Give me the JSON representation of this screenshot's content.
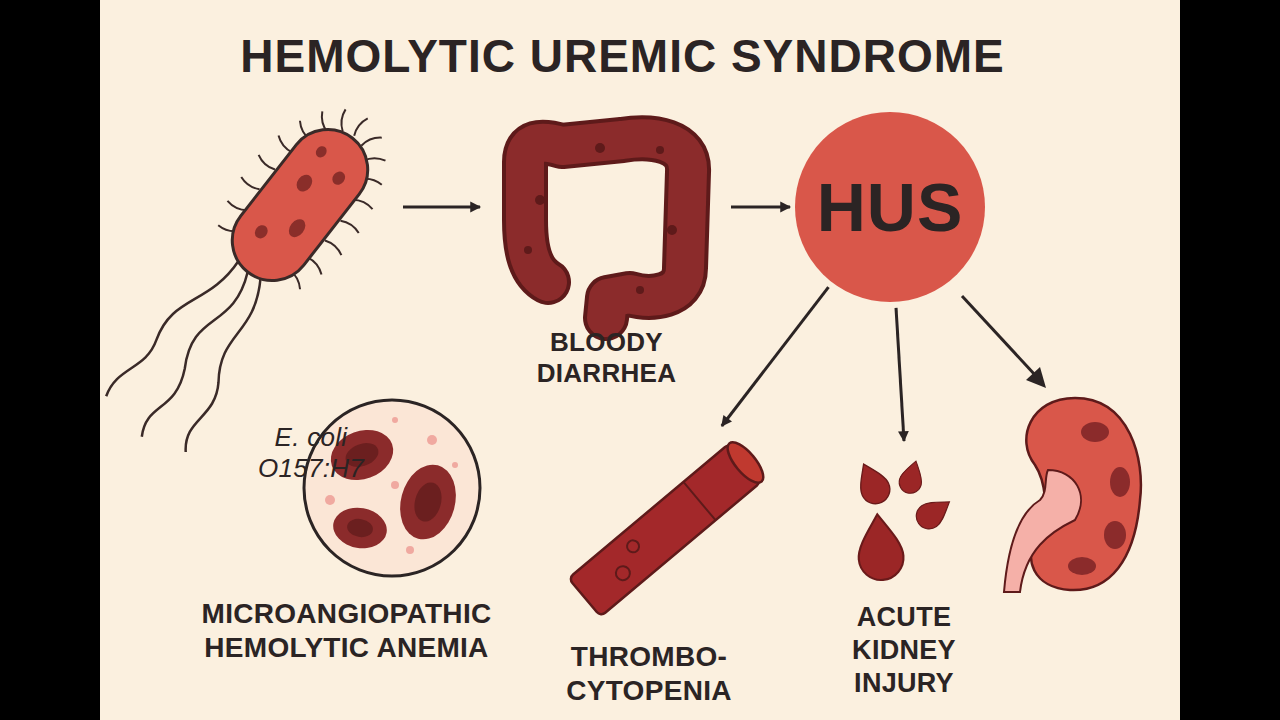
{
  "diagram": {
    "title": "HEMOLYTIC UREMIC SYNDROME",
    "nodes": [
      {
        "text": [
          "E. coli O157:H7"
        ]
      },
      {
        "text": [
          "BLOODY DIARRHEA"
        ]
      },
      {
        "text": [
          "HUS"
        ]
      },
      {
        "text": [
          "MICROANGIOPATHIC HEMOLYTIC ANEMIA"
        ]
      },
      {
        "text": [
          "THROMBO- CYTOPENIA"
        ]
      },
      {
        "text": [
          "ACUTE KIDNEY INJURY"
        ]
      }
    ],
    "edges": [
      {
        "from": 0,
        "to": 1,
        "arrow": "to"
      },
      {
        "from": 1,
        "to": 2,
        "arrow": "to"
      },
      {
        "from": 2,
        "to": 4,
        "arrow": "to"
      },
      {
        "from": 2,
        "to": 5,
        "arrow": "to"
      }
    ]
  }
}
